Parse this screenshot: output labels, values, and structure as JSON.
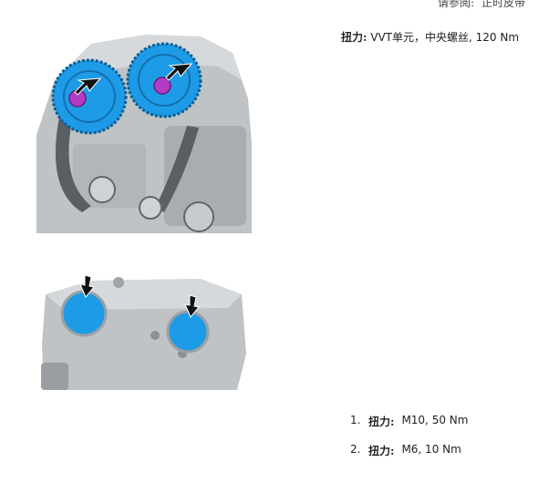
{
  "header": {
    "see_also_label": "请参阅:",
    "see_also_link": "正时皮带"
  },
  "note": {
    "torque_label": "扭力:",
    "torque_text": "VVT单元，中央螺丝, 120 Nm"
  },
  "steps": [
    {
      "number": "1.",
      "torque_label": "扭力:",
      "value": "M10, 50 Nm"
    },
    {
      "number": "2.",
      "torque_label": "扭力:",
      "value": "M6, 10 Nm"
    }
  ],
  "colors": {
    "sprocket_blue": "#1e9be6",
    "bolt_magenta": "#b23cc4",
    "engine_gray": "#9a9ea2",
    "arrow_black": "#111111"
  }
}
